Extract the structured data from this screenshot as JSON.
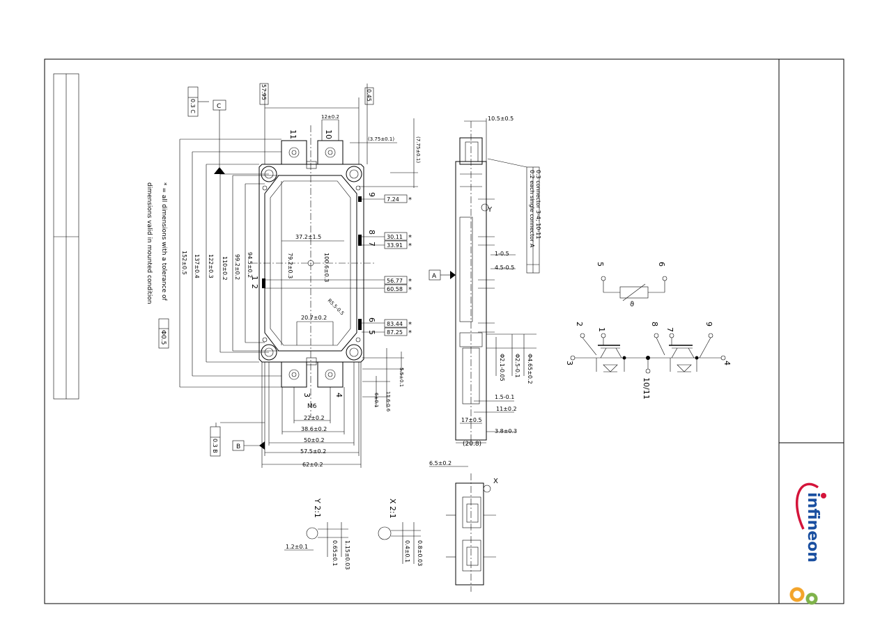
{
  "title_block": {
    "brand": "infineon"
  },
  "notes": {
    "line1": "* = all dimensions with a tolerance of",
    "line2": "dimensions valid in mounted condition",
    "tolerance": "Φ0.5"
  },
  "datums": {
    "a": "A",
    "b": "B",
    "c": "C"
  },
  "gdt": {
    "flat_c": "0.3 C",
    "flat_b": "0.3 B",
    "parallel_a": "0.2 each single connector A",
    "flat_conn": "0.3 connector 3-4; 10-11"
  },
  "top_view": {
    "dims_top": [
      "57.95",
      "0.45",
      "12±0.2",
      "(3.75±0.1)",
      "(7.75±0.1)"
    ],
    "dims_vertical": [
      "152±0.5",
      "137±0.4",
      "122±0.3",
      "110±0.2",
      "99.2±0.2",
      "94.5±0.2",
      "79.2±0.3",
      "100.6±0.3"
    ],
    "dims_inner": [
      "37.2±1.5",
      "20.7±0.2",
      "R5.5-0.5"
    ],
    "dims_bottom": [
      "M6",
      "22±0.2",
      "38.6±0.2",
      "50±0.2",
      "57.5±0.2",
      "62±0.2",
      "5.5±0.1",
      "6±0.1",
      "11.6-0.6"
    ],
    "pin_boxes": [
      "7.24",
      "30.11",
      "33.91",
      "56.77",
      "60.58",
      "83.44",
      "87.25"
    ],
    "pin_labels": [
      "11",
      "10",
      "9",
      "8",
      "7",
      "1",
      "2",
      "6",
      "5",
      "3",
      "4"
    ]
  },
  "side_view": {
    "dims": [
      "10.5±0.5",
      "1-0.5",
      "4.5-0.5",
      "Φ4.65±0.2",
      "Φ2.5-0.1",
      "Φ2.1-0.05",
      "1.5-0.1",
      "11±0.2",
      "17±0.5",
      "3.8±0.3",
      "(20.8)"
    ]
  },
  "bottom_view": {
    "dims": [
      "6.5±0.2"
    ],
    "marker": "X"
  },
  "details": {
    "y_title": "Y 2:1",
    "x_title": "X 2:1",
    "y_dims": [
      "1.2±0.1",
      "0.65±0.1",
      "1.15±0.03"
    ],
    "x_dims": [
      "0.4±0.1",
      "0.8±0.03"
    ]
  },
  "schematic": {
    "pins": [
      "5",
      "6",
      "2",
      "1",
      "8",
      "7",
      "9",
      "3",
      "10/11",
      "4"
    ],
    "ntc_symbol": "ϑ"
  }
}
